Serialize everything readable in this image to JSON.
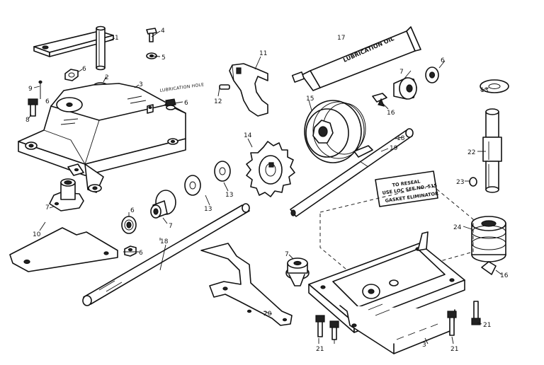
{
  "callouts": [
    {
      "id": "c1",
      "text": "1"
    },
    {
      "id": "c2",
      "text": "2"
    },
    {
      "id": "c3a",
      "text": "3"
    },
    {
      "id": "c3b",
      "text": "3"
    },
    {
      "id": "c4",
      "text": "4"
    },
    {
      "id": "c5",
      "text": "5"
    },
    {
      "id": "c6a",
      "text": "6"
    },
    {
      "id": "c6b",
      "text": "6"
    },
    {
      "id": "c6c",
      "text": "6"
    },
    {
      "id": "c6d",
      "text": "6"
    },
    {
      "id": "c6e",
      "text": "6"
    },
    {
      "id": "c6f",
      "text": "6"
    },
    {
      "id": "c7a",
      "text": "7"
    },
    {
      "id": "c7b",
      "text": "7"
    },
    {
      "id": "c7c",
      "text": "7"
    },
    {
      "id": "c7d",
      "text": "7"
    },
    {
      "id": "c8",
      "text": "8"
    },
    {
      "id": "c9",
      "text": "9"
    },
    {
      "id": "c10",
      "text": "10"
    },
    {
      "id": "c11",
      "text": "11"
    },
    {
      "id": "c12",
      "text": "12"
    },
    {
      "id": "c13a",
      "text": "13"
    },
    {
      "id": "c13b",
      "text": "13"
    },
    {
      "id": "c13c",
      "text": "13"
    },
    {
      "id": "c14",
      "text": "14"
    },
    {
      "id": "c15",
      "text": "15"
    },
    {
      "id": "c16a",
      "text": "16"
    },
    {
      "id": "c16b",
      "text": "16"
    },
    {
      "id": "c17",
      "text": "17"
    },
    {
      "id": "c18a",
      "text": "18"
    },
    {
      "id": "c18b",
      "text": "18"
    },
    {
      "id": "c19",
      "text": "19"
    },
    {
      "id": "c20",
      "text": "20"
    },
    {
      "id": "c21a",
      "text": "21"
    },
    {
      "id": "c21b",
      "text": "21"
    },
    {
      "id": "c21c",
      "text": "21"
    },
    {
      "id": "c22",
      "text": "22"
    },
    {
      "id": "c23",
      "text": "23"
    },
    {
      "id": "c24",
      "text": "24"
    }
  ],
  "labels": {
    "lubrication_hole": "LUBRICATION HOLE",
    "lubrication_tube": "LUBRICATION OIL",
    "gasket_note": [
      "TO RESEAL",
      "USE LOC SEE NO. 515",
      "GASKET ELIMINATOR"
    ]
  }
}
